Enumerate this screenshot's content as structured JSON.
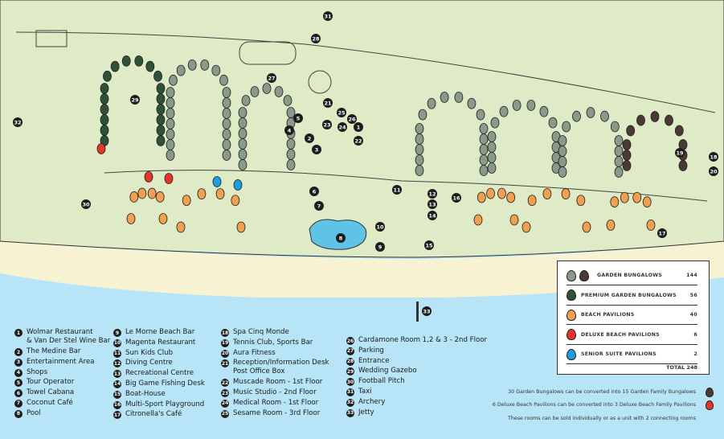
{
  "map_markers": [
    "1",
    "2",
    "3",
    "4",
    "5",
    "6",
    "7",
    "8",
    "9",
    "10",
    "11",
    "12",
    "13",
    "14",
    "15",
    "16",
    "17",
    "18",
    "19",
    "20",
    "21",
    "22",
    "23",
    "24",
    "25",
    "26",
    "27",
    "28",
    "29",
    "30",
    "31",
    "32",
    "33"
  ],
  "places": [
    {
      "n": "1",
      "label": "Wolmar Restaurant\n& Van Der Stel Wine Bar"
    },
    {
      "n": "2",
      "label": "The Medine Bar"
    },
    {
      "n": "3",
      "label": "Entertainment Area"
    },
    {
      "n": "4",
      "label": "Shops"
    },
    {
      "n": "5",
      "label": "Tour Operator"
    },
    {
      "n": "6",
      "label": "Towel Cabana"
    },
    {
      "n": "7",
      "label": "Coconut Café"
    },
    {
      "n": "8",
      "label": "Pool"
    },
    {
      "n": "9",
      "label": "Le Morne Beach Bar"
    },
    {
      "n": "10",
      "label": "Magenta Restaurant"
    },
    {
      "n": "11",
      "label": "Sun Kids Club"
    },
    {
      "n": "12",
      "label": "Diving Centre"
    },
    {
      "n": "13",
      "label": "Recreational Centre"
    },
    {
      "n": "14",
      "label": "Big Game Fishing Desk"
    },
    {
      "n": "15",
      "label": "Boat-House"
    },
    {
      "n": "16",
      "label": "Multi-Sport Playground"
    },
    {
      "n": "17",
      "label": "Citronella's Café"
    },
    {
      "n": "18",
      "label": "Spa Cinq Monde"
    },
    {
      "n": "19",
      "label": "Tennis Club, Sports Bar"
    },
    {
      "n": "20",
      "label": "Aura Fitness"
    },
    {
      "n": "21",
      "label": "Reception/Information Desk\nPost Office Box"
    },
    {
      "n": "22",
      "label": "Muscade Room - 1st Floor"
    },
    {
      "n": "23",
      "label": "Music Studio - 2nd Floor"
    },
    {
      "n": "24",
      "label": "Medical Room  - 1st Floor"
    },
    {
      "n": "25",
      "label": "Sesame Room - 3rd Floor"
    },
    {
      "n": "26",
      "label": "Cardamone Room 1,2 & 3 - 2nd Floor"
    },
    {
      "n": "27",
      "label": "Parking"
    },
    {
      "n": "28",
      "label": "Entrance"
    },
    {
      "n": "29",
      "label": "Wedding Gazebo"
    },
    {
      "n": "30",
      "label": "Football Pitch"
    },
    {
      "n": "31",
      "label": "Taxi"
    },
    {
      "n": "32",
      "label": "Archery"
    },
    {
      "n": "33",
      "label": "Jetty"
    }
  ],
  "key": {
    "rows": [
      {
        "label": "GARDEN BUNGALOWS",
        "count": "144",
        "colors": [
          "#8a9a8a",
          "#4a3a33"
        ]
      },
      {
        "label": "PREMIUM GARDEN BUNGALOWS",
        "count": "56",
        "colors": [
          "#2f5138"
        ]
      },
      {
        "label": "BEACH PAVILIONS",
        "count": "40",
        "colors": [
          "#f0a050"
        ]
      },
      {
        "label": "DELUXE BEACH PAVILIONS",
        "count": "6",
        "colors": [
          "#e8332b"
        ]
      },
      {
        "label": "SENIOR SUITE PAVILIONS",
        "count": "2",
        "colors": [
          "#1a9ee0"
        ]
      }
    ],
    "total": "TOTAL 248"
  },
  "notes": [
    "30 Garden Bungalows can be converted into 15 Garden Family Bungalows",
    "6 Deluxe Beach Pavilions can be converted into 3 Deluxe Beach Family Pavilions",
    "These rooms can be sold individually or as a unit with 2 connecting rooms"
  ],
  "colors": {
    "land": "#dfeac6",
    "beach": "#f7f3d2",
    "sea": "#b7e4f6",
    "garden": "#8a9a8a",
    "garden_dark": "#4a3a33",
    "premium": "#2f5138",
    "beach_pav": "#f0a050",
    "deluxe": "#e8332b",
    "senior": "#1a9ee0"
  }
}
